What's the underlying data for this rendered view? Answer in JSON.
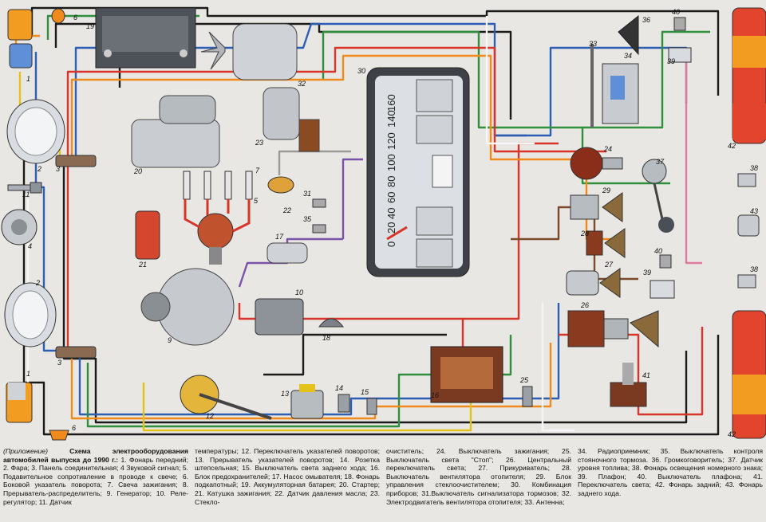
{
  "legend": {
    "prefix": "(Приложение)",
    "title": "Схема электрооборудования автомобилей выпуска до 1990 г.:",
    "col1_text": "1. Фонарь передний; 2. Фара; 3. Панель соединительная; 4 Звуковой сигнал; 5. Подавительное сопротивление в проводе к свече; 6. Боковой указатель поворота; 7. Свеча зажигания; 8. Прерыватель-распределитель; 9. Генератор; 10. Реле-регулятор; 11. Датчик",
    "col2_text": "температуры; 12. Переключатель указателей поворотов; 13. Прерыватель указателей поворотов; 14. Розетка штепсельная; 15. Выключатель света заднего хода; 16. Блок предохранителей; 17. Насос омывателя; 18. Фонарь подкапотный; 19. Аккумуляторная батарея; 20. Стартер; 21. Катушка зажигания; 22. Датчик давления масла; 23. Стекло-",
    "col3_text": "очиститель; 24. Выключатель зажигания; 25. Выключатель света \"Стоп\"; 26. Центральный переключатель света; 27. Прикуриватель; 28. Выключатель вентилятора отопителя; 29. Блок управления стеклоочистителем; 30. Комбинация приборов; 31.Выключатель сигнализатора тормозов; 32. Электродвигатель вентилятора отопителя; 33. Антенна;",
    "col4_text": "34. Радиоприемник; 35. Выключатель контроля стояночного тормоза. 36. Громкоговоритель; 37. Датчик уровня топлива; 38. Фонарь освещения номерного знака; 39. Плафон; 40. Выключатель плафона; 41. Переключатель света; 42. Фонарь задний; 43. Фонарь заднего хода."
  },
  "callouts": {
    "c1a": "1",
    "c1b": "1",
    "c2a": "2",
    "c2b": "2",
    "c3a": "3",
    "c3b": "3",
    "c4": "4",
    "c5": "5",
    "c6a": "6",
    "c6b": "6",
    "c7": "7",
    "c9": "9",
    "c10": "10",
    "c11": "11",
    "c12": "12",
    "c13": "13",
    "c14": "14",
    "c15": "15",
    "c16": "16",
    "c17": "17",
    "c18": "18",
    "c19": "19",
    "c20": "20",
    "c21": "21",
    "c22": "22",
    "c23": "23",
    "c24": "24",
    "c25": "25",
    "c26": "26",
    "c27": "27",
    "c28": "28",
    "c29": "29",
    "c30": "30",
    "c31": "31",
    "c32": "32",
    "c33": "33",
    "c34": "34",
    "c35": "35",
    "c36": "36",
    "c37": "37",
    "c38a": "38",
    "c38b": "38",
    "c39a": "39",
    "c39b": "39",
    "c40a": "40",
    "c40b": "40",
    "c41": "41",
    "c42a": "42",
    "c42b": "42",
    "c43": "43"
  },
  "speedometer": {
    "ticks": [
      "0",
      "20",
      "40",
      "60",
      "80",
      "100",
      "120",
      "140",
      "160"
    ]
  },
  "colors": {
    "red": "#d8342a",
    "blue": "#2c5fb4",
    "green": "#2f8f3c",
    "black": "#1a1a1a",
    "orange": "#f08a1c",
    "yellow": "#e3c21a",
    "white": "#f6f6f6",
    "pink": "#e07aa0",
    "brown": "#7a4a2a",
    "violet": "#7a52a8",
    "grey": "#9a9a9a"
  }
}
